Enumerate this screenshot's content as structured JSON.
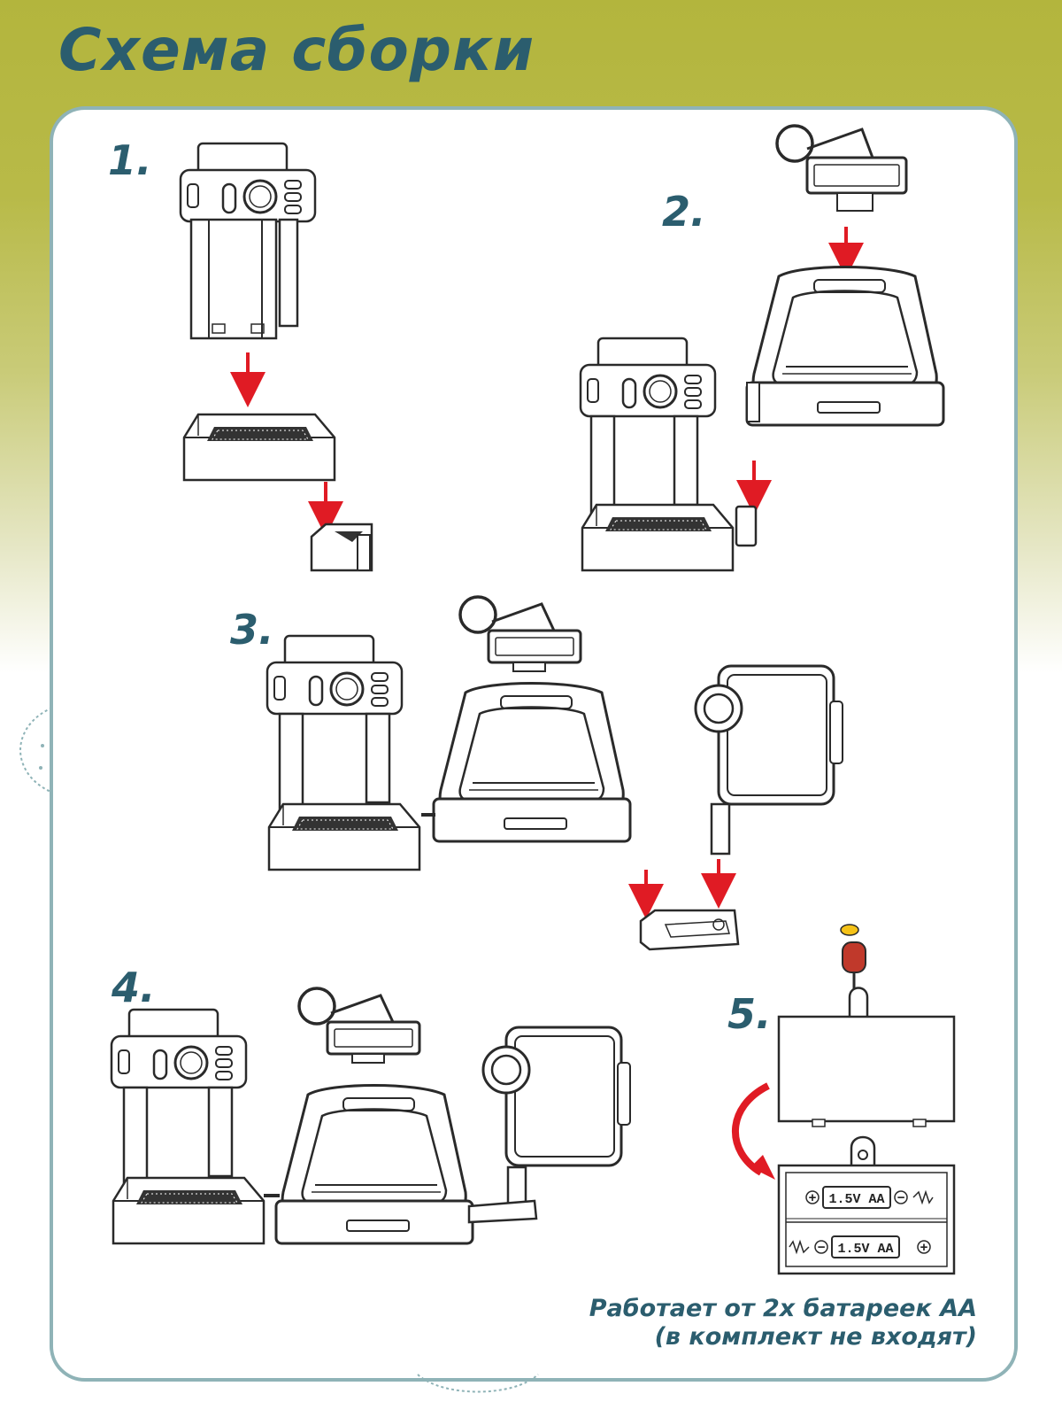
{
  "title": "Схема сборки",
  "steps": [
    {
      "number": "1."
    },
    {
      "number": "2."
    },
    {
      "number": "3."
    },
    {
      "number": "4."
    },
    {
      "number": "5."
    }
  ],
  "battery": {
    "cell_top": "1.5V AA",
    "cell_bottom": "1.5V AA"
  },
  "note": {
    "line1": "Работает от 2х батареек АА",
    "line2": "(в комплект не входят)"
  },
  "colors": {
    "header_olive": "#b3b53d",
    "title_teal": "#2b5d6e",
    "panel_border": "#8fb3b7",
    "arrow_red": "#e01b24",
    "line_ink": "#2a2a2a"
  }
}
